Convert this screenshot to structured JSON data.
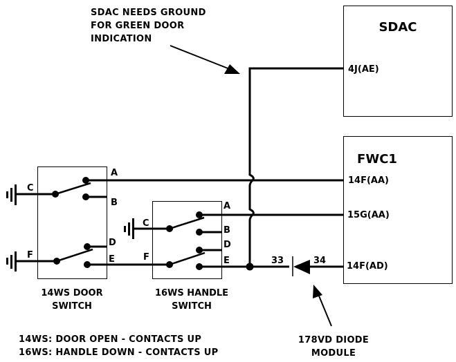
{
  "annotations": {
    "sdac_note": [
      "SDAC NEEDS GROUND",
      "FOR GREEN DOOR",
      "INDICATION"
    ],
    "diode_module": [
      "178VD DIODE",
      "MODULE"
    ],
    "conditions": [
      "14WS: DOOR OPEN - CONTACTS UP",
      "16WS: HANDLE DOWN - CONTACTS UP"
    ]
  },
  "components": {
    "sdac": {
      "title": "SDAC",
      "pins": [
        "4J(AE)"
      ]
    },
    "fwc1": {
      "title": "FWC1",
      "pins": [
        "14F(AA)",
        "15G(AA)",
        "14F(AD)"
      ]
    },
    "door_switch": {
      "name_lines": [
        "14WS DOOR",
        "SWITCH"
      ],
      "terminals": {
        "a": "A",
        "b": "B",
        "c": "C",
        "d": "D",
        "e": "E",
        "f": "F"
      }
    },
    "handle_switch": {
      "name_lines": [
        "16WS HANDLE",
        "SWITCH"
      ],
      "terminals": {
        "a": "A",
        "b": "B",
        "c": "C",
        "d": "D",
        "e": "E",
        "f": "F"
      }
    },
    "diode": {
      "pin_left": "33",
      "pin_right": "34"
    }
  },
  "icons": {
    "ground": "ground-symbol",
    "diode": "diode-symbol",
    "arrow": "annotation-arrow"
  }
}
